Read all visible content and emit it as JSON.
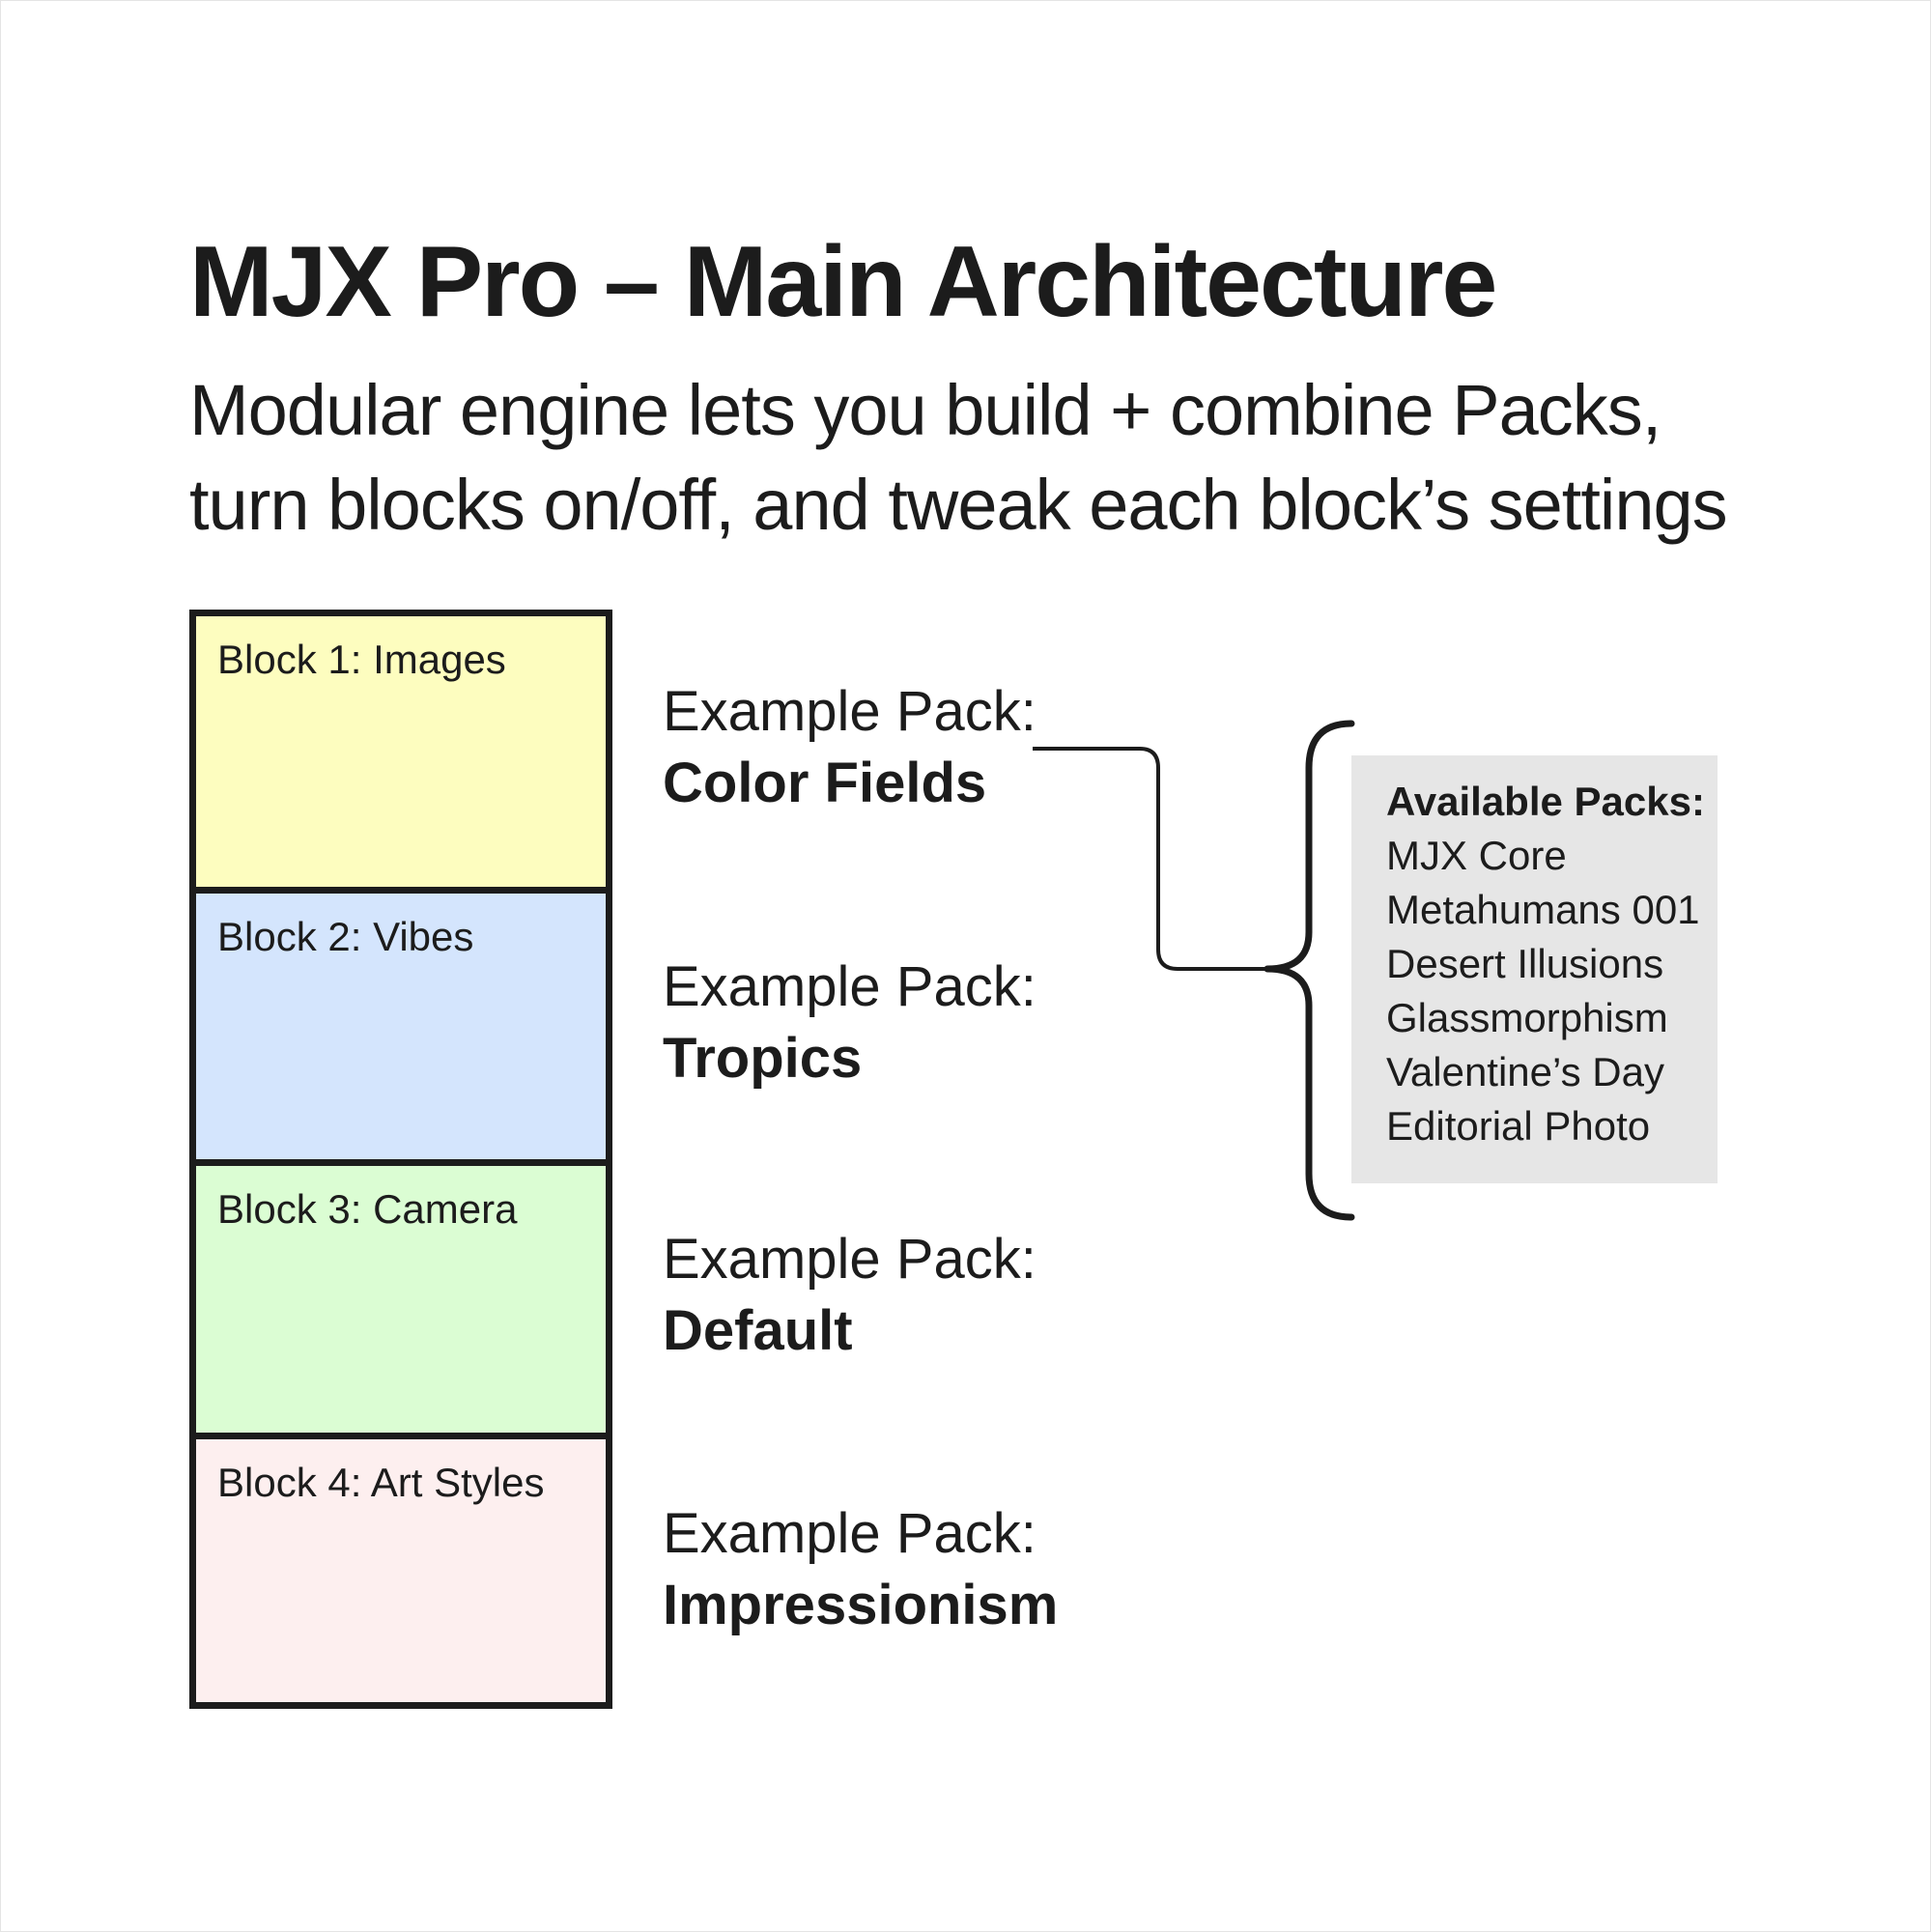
{
  "title": "MJX Pro – Main Architecture",
  "subtitle_lines": [
    "Modular engine lets you build + combine Packs,",
    "turn blocks on/off, and tweak each block’s settings"
  ],
  "blocks": [
    {
      "label": "Block 1: Images",
      "color": "#fdfdbf"
    },
    {
      "label": "Block 2: Vibes",
      "color": "#d4e5fd"
    },
    {
      "label": "Block 3: Camera",
      "color": "#dbfdd3"
    },
    {
      "label": "Block 4: Art Styles",
      "color": "#fdefef"
    }
  ],
  "packs": [
    {
      "label": "Example Pack:",
      "name": "Color Fields"
    },
    {
      "label": "Example Pack:",
      "name": "Tropics"
    },
    {
      "label": "Example Pack:",
      "name": "Default"
    },
    {
      "label": "Example Pack:",
      "name": "Impressionism"
    }
  ],
  "available_packs": {
    "heading": "Available Packs:",
    "items": [
      "MJX Core",
      "Metahumans 001",
      "Desert Illusions",
      "Glassmorphism",
      "Valentine’s Day",
      "Editorial Photo"
    ]
  },
  "colors": {
    "text": "#1c1c1c",
    "border": "#1c1c1c",
    "panel": "#e6e6e6"
  }
}
